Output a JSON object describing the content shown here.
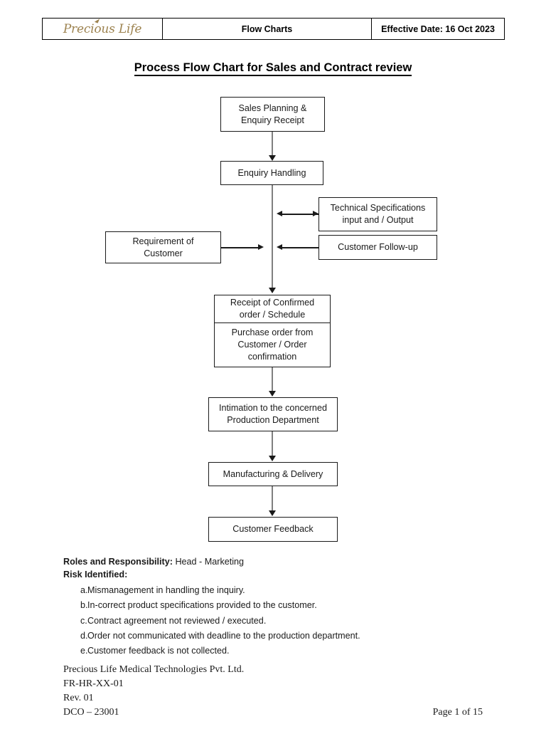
{
  "header": {
    "logo_text": "Precious Life",
    "doc_type": "Flow Charts",
    "effective_date": "Effective Date: 16 Oct 2023"
  },
  "title": "Process Flow Chart for Sales and Contract review",
  "flowchart": {
    "nodes": [
      {
        "id": "sales",
        "label": "Sales Planning &\nEnquiry Receipt"
      },
      {
        "id": "enquiry",
        "label": "Enquiry Handling"
      },
      {
        "id": "techspec",
        "label": "Technical Specifications\ninput and / Output"
      },
      {
        "id": "followup",
        "label": "Customer Follow-up"
      },
      {
        "id": "req",
        "label": "Requirement of\nCustomer"
      },
      {
        "id": "receipt",
        "label": "Receipt of Confirmed\norder / Schedule"
      },
      {
        "id": "purchase",
        "label": "Purchase order from\nCustomer / Order\nconfirmation"
      },
      {
        "id": "intimation",
        "label": "Intimation to the concerned\nProduction Department"
      },
      {
        "id": "manu",
        "label": "Manufacturing & Delivery"
      },
      {
        "id": "feedback",
        "label": "Customer Feedback"
      }
    ],
    "connectors": [
      {
        "from": "sales",
        "to": "enquiry",
        "style": "arrow-down"
      },
      {
        "from": "enquiry",
        "to": "receipt",
        "style": "arrow-down"
      },
      {
        "from": "enquiry",
        "to": "techspec",
        "style": "double-arrow-horizontal"
      },
      {
        "from": "followup",
        "to": "enquiry",
        "style": "arrow-left"
      },
      {
        "from": "req",
        "to": "enquiry",
        "style": "arrow-right"
      },
      {
        "from": "purchase",
        "to": "intimation",
        "style": "arrow-down"
      },
      {
        "from": "intimation",
        "to": "manu",
        "style": "arrow-down"
      },
      {
        "from": "manu",
        "to": "feedback",
        "style": "arrow-down"
      }
    ]
  },
  "notes": {
    "roles_label": "Roles and Responsibility:",
    "roles_value": " Head - Marketing",
    "risk_label": "Risk Identified:",
    "risks": [
      {
        "marker": "a.",
        "text": "Mismanagement in handling the inquiry."
      },
      {
        "marker": "b.",
        "text": "In-correct product specifications provided to the customer."
      },
      {
        "marker": "c.",
        "text": "Contract agreement not reviewed / executed."
      },
      {
        "marker": "d.",
        "text": "Order not communicated with deadline to the production department."
      },
      {
        "marker": "e.",
        "text": "Customer feedback is not collected."
      }
    ]
  },
  "footer": {
    "company": "Precious Life Medical Technologies Pvt. Ltd.",
    "form_no": "FR-HR-XX-01",
    "revision": "Rev. 01",
    "dco": "DCO – 23001",
    "page": "Page 1 of 15"
  },
  "colors": {
    "logo_gold": "#9d8350",
    "line_gray": "#7f7f7f",
    "ink": "#1a1a1a"
  }
}
